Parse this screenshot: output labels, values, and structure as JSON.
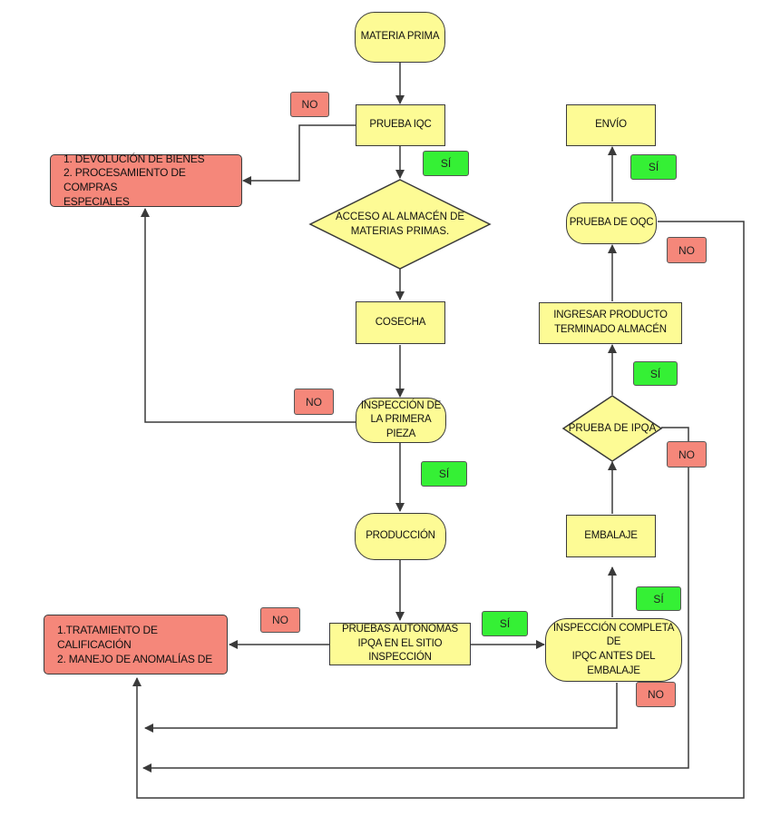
{
  "nodes": {
    "materia_prima": "MATERIA PRIMA",
    "prueba_iqc": "PRUEBA IQC",
    "devolucion": "1. DEVOLUCIÓN DE BIENES\n2. PROCESAMIENTO DE COMPRAS\nESPECIALES",
    "acceso_almacen": "ACCESO AL ALMACÉN DE\nMATERIAS PRIMAS.",
    "cosecha": "COSECHA",
    "inspeccion_primera": "INSPECCIÓN DE\nLA PRIMERA PIEZA",
    "produccion": "PRODUCCIÓN",
    "pruebas_autonomas": "PRUEBAS AUTONOMAS\nIPQA EN EL SITIO INSPECCIÓN",
    "tratamiento": "1.TRATAMIENTO DE CALIFICACIÓN\n2. MANEJO DE ANOMALÍAS DE",
    "inspeccion_completa": "INSPECCIÓN COMPLETA DE\nIPQC ANTES DEL EMBALAJE",
    "embalaje": "EMBALAJE",
    "prueba_ipqa": "PRUEBA DE IPQA",
    "ingresar_producto": "INGRESAR PRODUCTO\nTERMINADO ALMACÉN",
    "prueba_oqc": "PRUEBA DE OQC",
    "envio": "ENVÍO"
  },
  "badges": {
    "no_iqc": "NO",
    "si_iqc": "SÍ",
    "no_primera": "NO",
    "si_primera": "SÍ",
    "no_autonomas": "NO",
    "si_autonomas": "SÍ",
    "si_completa": "SÍ",
    "no_completa": "NO",
    "si_ipqa": "SÍ",
    "no_ipqa": "NO",
    "no_oqc": "NO",
    "si_oqc": "SÍ"
  },
  "colors": {
    "node_fill": "#fdfb95",
    "result_fill": "#f5877a",
    "yes_badge": "#35f035",
    "no_badge": "#f5877a",
    "line": "#3a3a3a"
  }
}
